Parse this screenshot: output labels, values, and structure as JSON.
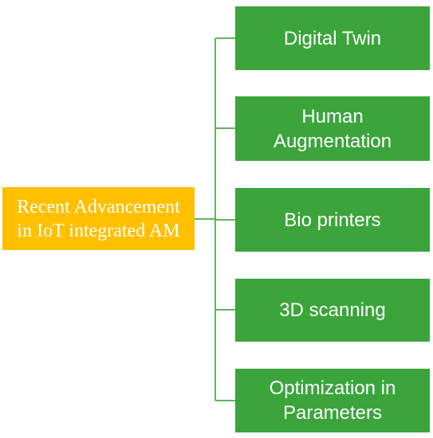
{
  "root": {
    "lines": [
      "Recent Advancement",
      "in IoT integrated AM"
    ],
    "color": "#FFC000"
  },
  "branches": [
    {
      "lines": [
        "Digital Twin"
      ]
    },
    {
      "lines": [
        "Human",
        "Augmentation"
      ]
    },
    {
      "lines": [
        "Bio printers"
      ]
    },
    {
      "lines": [
        "3D scanning"
      ]
    },
    {
      "lines": [
        "Optimization in",
        "Parameters"
      ]
    }
  ],
  "colors": {
    "branch_fill": "#3BA53B",
    "connector": "#5FB55F",
    "text": "#FFFFFF"
  }
}
